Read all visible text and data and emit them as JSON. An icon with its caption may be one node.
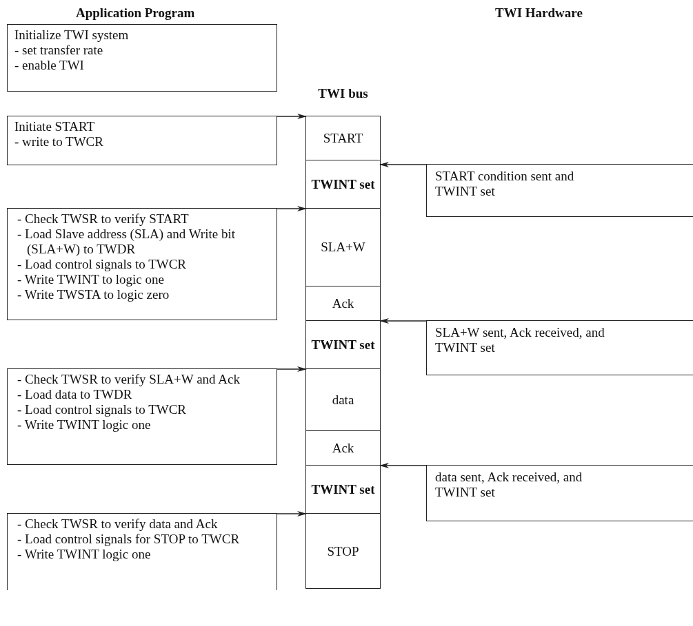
{
  "diagram": {
    "nodes": [
      {
        "text": [
          "Initialize TWI system",
          "- set transfer rate",
          "- enable TWI"
        ]
      },
      {
        "text": [
          "Initiate START",
          "- write to TWCR"
        ]
      },
      {
        "text": [
          "TWI bus"
        ]
      },
      {
        "text": [
          "START"
        ],
        "in": 2
      },
      {
        "text": [
          "TWINT set"
        ],
        "in": 2
      },
      {
        "text": [
          "SLA+W"
        ],
        "in": 2
      },
      {
        "text": [
          "Ack"
        ],
        "in": 2
      },
      {
        "text": [
          "TWINT set"
        ],
        "in": 2
      },
      {
        "text": [
          "data"
        ],
        "in": 2
      },
      {
        "text": [
          "Ack"
        ],
        "in": 2
      },
      {
        "text": [
          "TWINT set"
        ],
        "in": 2
      },
      {
        "text": [
          "STOP"
        ],
        "in": 2
      },
      {
        "text": [
          "START condition sent and TWINT set"
        ]
      },
      {
        "text": [
          "- Check TWSR to verify START",
          "- Load Slave address (SLA) and Write bit (SLA+W) to TWDR",
          "- Load control signals to TWCR",
          "- Write TWINT to logic one",
          "- Write TWSTA to logic zero"
        ]
      },
      {
        "text": [
          "SLA+W sent, Ack received, and TWINT set"
        ]
      },
      {
        "text": [
          "- Check TWSR to verify SLA+W and Ack",
          "- Load data to TWDR",
          "- Load control signals to TWCR",
          "- Write TWINT logic one"
        ]
      },
      {
        "text": [
          "data sent, Ack received, and TWINT set"
        ]
      },
      {
        "text": [
          "- Check TWSR to verify data and Ack",
          "- Load control signals for STOP to TWCR",
          "- Write TWINT logic one"
        ]
      }
    ],
    "edges": [
      {
        "from": 1,
        "to": 3,
        "arrow": "to"
      },
      {
        "from": 12,
        "to": 4,
        "arrow": "to"
      },
      {
        "from": 13,
        "to": 5,
        "arrow": "to"
      },
      {
        "from": 14,
        "to": 7,
        "arrow": "to"
      },
      {
        "from": 15,
        "to": 8,
        "arrow": "to"
      },
      {
        "from": 16,
        "to": 10,
        "arrow": "to"
      },
      {
        "from": 17,
        "to": 11,
        "arrow": "to"
      }
    ],
    "labels": [
      "Application Program",
      "TWI Hardware"
    ]
  }
}
